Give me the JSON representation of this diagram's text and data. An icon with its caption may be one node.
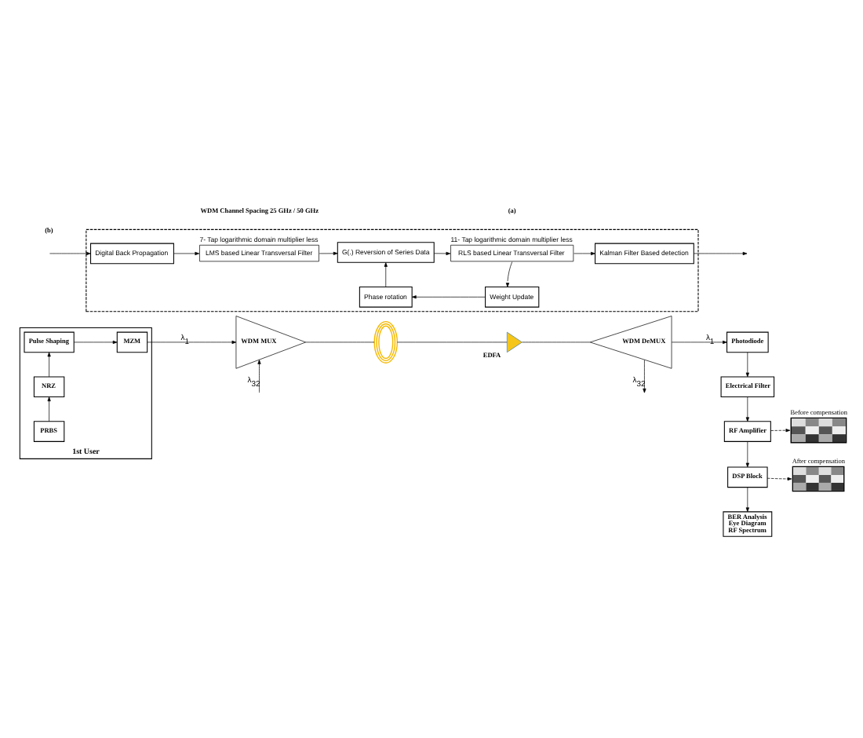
{
  "diagram": {
    "nodes": [
      {
        "text": [
          "1st User"
        ]
      },
      {
        "text": [
          "PRBS"
        ],
        "in": 0
      },
      {
        "text": [
          "NRZ"
        ],
        "in": 0
      },
      {
        "text": [
          "Pulse Shaping"
        ],
        "in": 0
      },
      {
        "text": [
          "MZM"
        ],
        "in": 0
      },
      {
        "text": [
          "WDM MUX"
        ]
      },
      {
        "text": [],
        "shape": "coil"
      },
      {
        "text": [
          "EDFA"
        ]
      },
      {
        "text": [
          "WDM DeMUX"
        ]
      },
      {
        "text": [
          "Photodiode"
        ]
      },
      {
        "text": [
          "Electrical Filter"
        ]
      },
      {
        "text": [
          "RF Amplifier"
        ]
      },
      {
        "text": [
          "DSP Block"
        ]
      },
      {
        "text": [
          "BER Analysis",
          "Eye Diagram",
          "RF Spectrum"
        ]
      },
      {
        "text": [],
        "shape": "picture",
        "beside": [
          "After compensation"
        ]
      },
      {
        "text": [],
        "shape": "picture",
        "beside": [
          "Before compensation"
        ]
      },
      {
        "text": [],
        "shape": "box"
      },
      {
        "text": [
          "Digital Back Propagation"
        ],
        "in": 16
      },
      {
        "text": [
          "LMS based Linear Transversal Filter"
        ],
        "in": 16,
        "beside": [
          "7- Tap logarithmic domain multiplier less"
        ]
      },
      {
        "text": [
          "G(.) Reversion of Series Data"
        ],
        "in": 16
      },
      {
        "text": [
          "RLS based Linear Transversal Filter"
        ],
        "in": 16,
        "beside": [
          "11- Tap logarithmic domain multiplier less"
        ]
      },
      {
        "text": [
          "Kalman Filter Based detection"
        ],
        "in": 16
      },
      {
        "text": [
          "Weight Update"
        ],
        "in": 16
      },
      {
        "text": [
          "Phase rotation"
        ],
        "in": 16
      }
    ],
    "edges": [
      {
        "from": 1,
        "to": 2,
        "arrow": "to"
      },
      {
        "from": 2,
        "to": 3,
        "arrow": "to"
      },
      {
        "from": 3,
        "to": 4,
        "arrow": "to"
      },
      {
        "from": 4,
        "to": 5,
        "arrow": "to",
        "label": "λ$_{1}$"
      },
      {
        "from": null,
        "to": 5,
        "arrow": "to",
        "label": "λ$_{32}$"
      },
      {
        "from": 5,
        "to": 6,
        "arrow": "none"
      },
      {
        "from": 6,
        "to": 7,
        "arrow": "none"
      },
      {
        "from": 7,
        "to": 8,
        "arrow": "none"
      },
      {
        "from": 8,
        "to": 9,
        "arrow": "to",
        "label": "λ$_{1}$"
      },
      {
        "from": 8,
        "to": null,
        "arrow": "to",
        "label": "λ$_{32}$"
      },
      {
        "from": 9,
        "to": 10,
        "arrow": "to"
      },
      {
        "from": 10,
        "to": 11,
        "arrow": "to"
      },
      {
        "from": 11,
        "to": 12,
        "arrow": "to"
      },
      {
        "from": 12,
        "to": 13,
        "arrow": "to"
      },
      {
        "from": 12,
        "to": 14,
        "arrow": "to",
        "style": "dashed"
      },
      {
        "from": 11,
        "to": 15,
        "arrow": "to",
        "style": "dashed"
      },
      {
        "from": null,
        "to": 17,
        "arrow": "to"
      },
      {
        "from": 17,
        "to": 18,
        "arrow": "to"
      },
      {
        "from": 18,
        "to": 19,
        "arrow": "to"
      },
      {
        "from": 19,
        "to": 20,
        "arrow": "to"
      },
      {
        "from": 20,
        "to": 21,
        "arrow": "to"
      },
      {
        "from": 21,
        "to": null,
        "arrow": "to"
      },
      {
        "from": 20,
        "to": 22,
        "arrow": "to"
      },
      {
        "from": 22,
        "to": 23,
        "arrow": "to"
      },
      {
        "from": 23,
        "to": 19,
        "arrow": "to"
      }
    ],
    "labels": [
      "WDM Channel Spacing 25 GHz / 50 GHz",
      "(a)",
      "(b)"
    ]
  }
}
